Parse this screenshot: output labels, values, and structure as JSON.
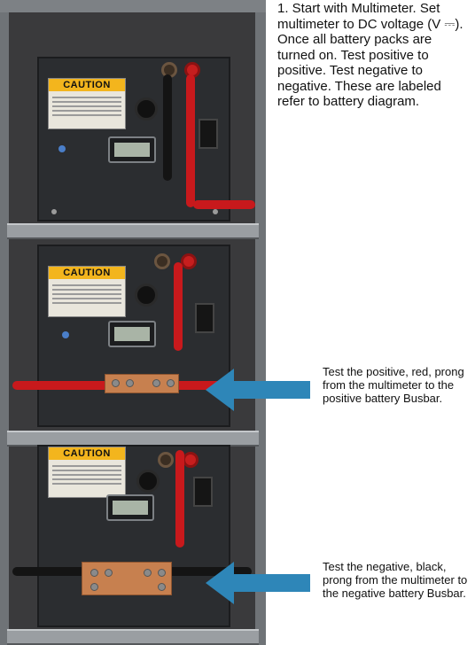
{
  "instructions": {
    "step_text": "1.  Start with Multimeter. Set multimeter to DC voltage (V ⎓). Once all battery packs are turned on. Test positive to positive. Test negative to negative. These are labeled refer to battery diagram.",
    "positive_text": "Test the positive, red, prong from the multimeter to the positive battery Busbar.",
    "negative_text": "Test the negative, black, prong from the multimeter to the negative battery Busbar."
  },
  "photo": {
    "caution_label": "CAUTION",
    "arrow_color": "#2e86b8",
    "cable_positive_color": "#c8191c",
    "cable_negative_color": "#141414",
    "busbar_color": "#c7804f"
  }
}
